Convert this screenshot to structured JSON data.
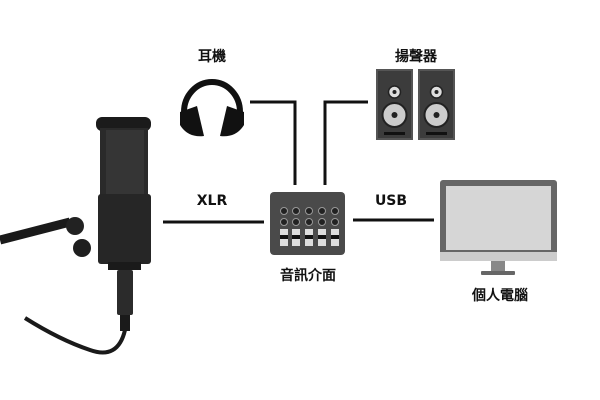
{
  "labels": {
    "headphones": "耳機",
    "speakers": "揚聲器",
    "xlr": "XLR",
    "usb": "USB",
    "interface": "音訊介面",
    "computer": "個人電腦"
  }
}
